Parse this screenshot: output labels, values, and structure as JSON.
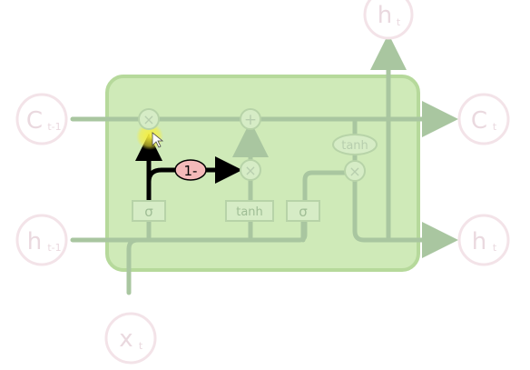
{
  "nodes": {
    "c_prev": {
      "main": "C",
      "sub": "t-1"
    },
    "c_next": {
      "main": "C",
      "sub": "t"
    },
    "h_prev": {
      "main": "h",
      "sub": "t-1"
    },
    "h_next": {
      "main": "h",
      "sub": "t"
    },
    "h_top": {
      "main": "h",
      "sub": "t"
    },
    "x_in": {
      "main": "x",
      "sub": "t"
    }
  },
  "ops": {
    "mult_forget": "×",
    "add": "+",
    "mult_input": "×",
    "mult_output": "×",
    "tanh_output": "tanh",
    "one_minus": "1-"
  },
  "layers": {
    "sigma_forget": "σ",
    "tanh_candidate": "tanh",
    "sigma_output": "σ"
  },
  "colors": {
    "cell_fill": "#cfeab8",
    "cell_stroke": "#b6d99b",
    "line": "#a9c6a0",
    "node_border": "#f3e3e8",
    "highlight_path": "#000000",
    "one_minus_fill": "#f4b9b9",
    "cursor_glow": "#f5ec3a"
  }
}
